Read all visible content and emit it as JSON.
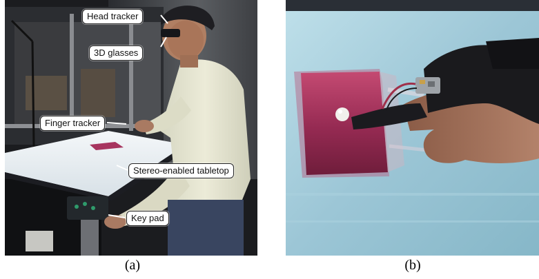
{
  "figure": {
    "panel_a": {
      "caption": "(a)",
      "callouts": {
        "head_tracker": "Head tracker",
        "glasses": "3D glasses",
        "finger_tracker": "Finger tracker",
        "tabletop": "Stereo-enabled tabletop",
        "key_pad": "Key pad"
      }
    },
    "panel_b": {
      "caption": "(b)"
    }
  },
  "colors": {
    "table_surface": "#e9eef2",
    "target_square": "#9c2c55",
    "shirt": "#e6e6d2",
    "jeans": "#3a4660",
    "glove": "#1a1a1d",
    "skin": "#a4735a",
    "screen_bg": "#9cc6d6"
  }
}
